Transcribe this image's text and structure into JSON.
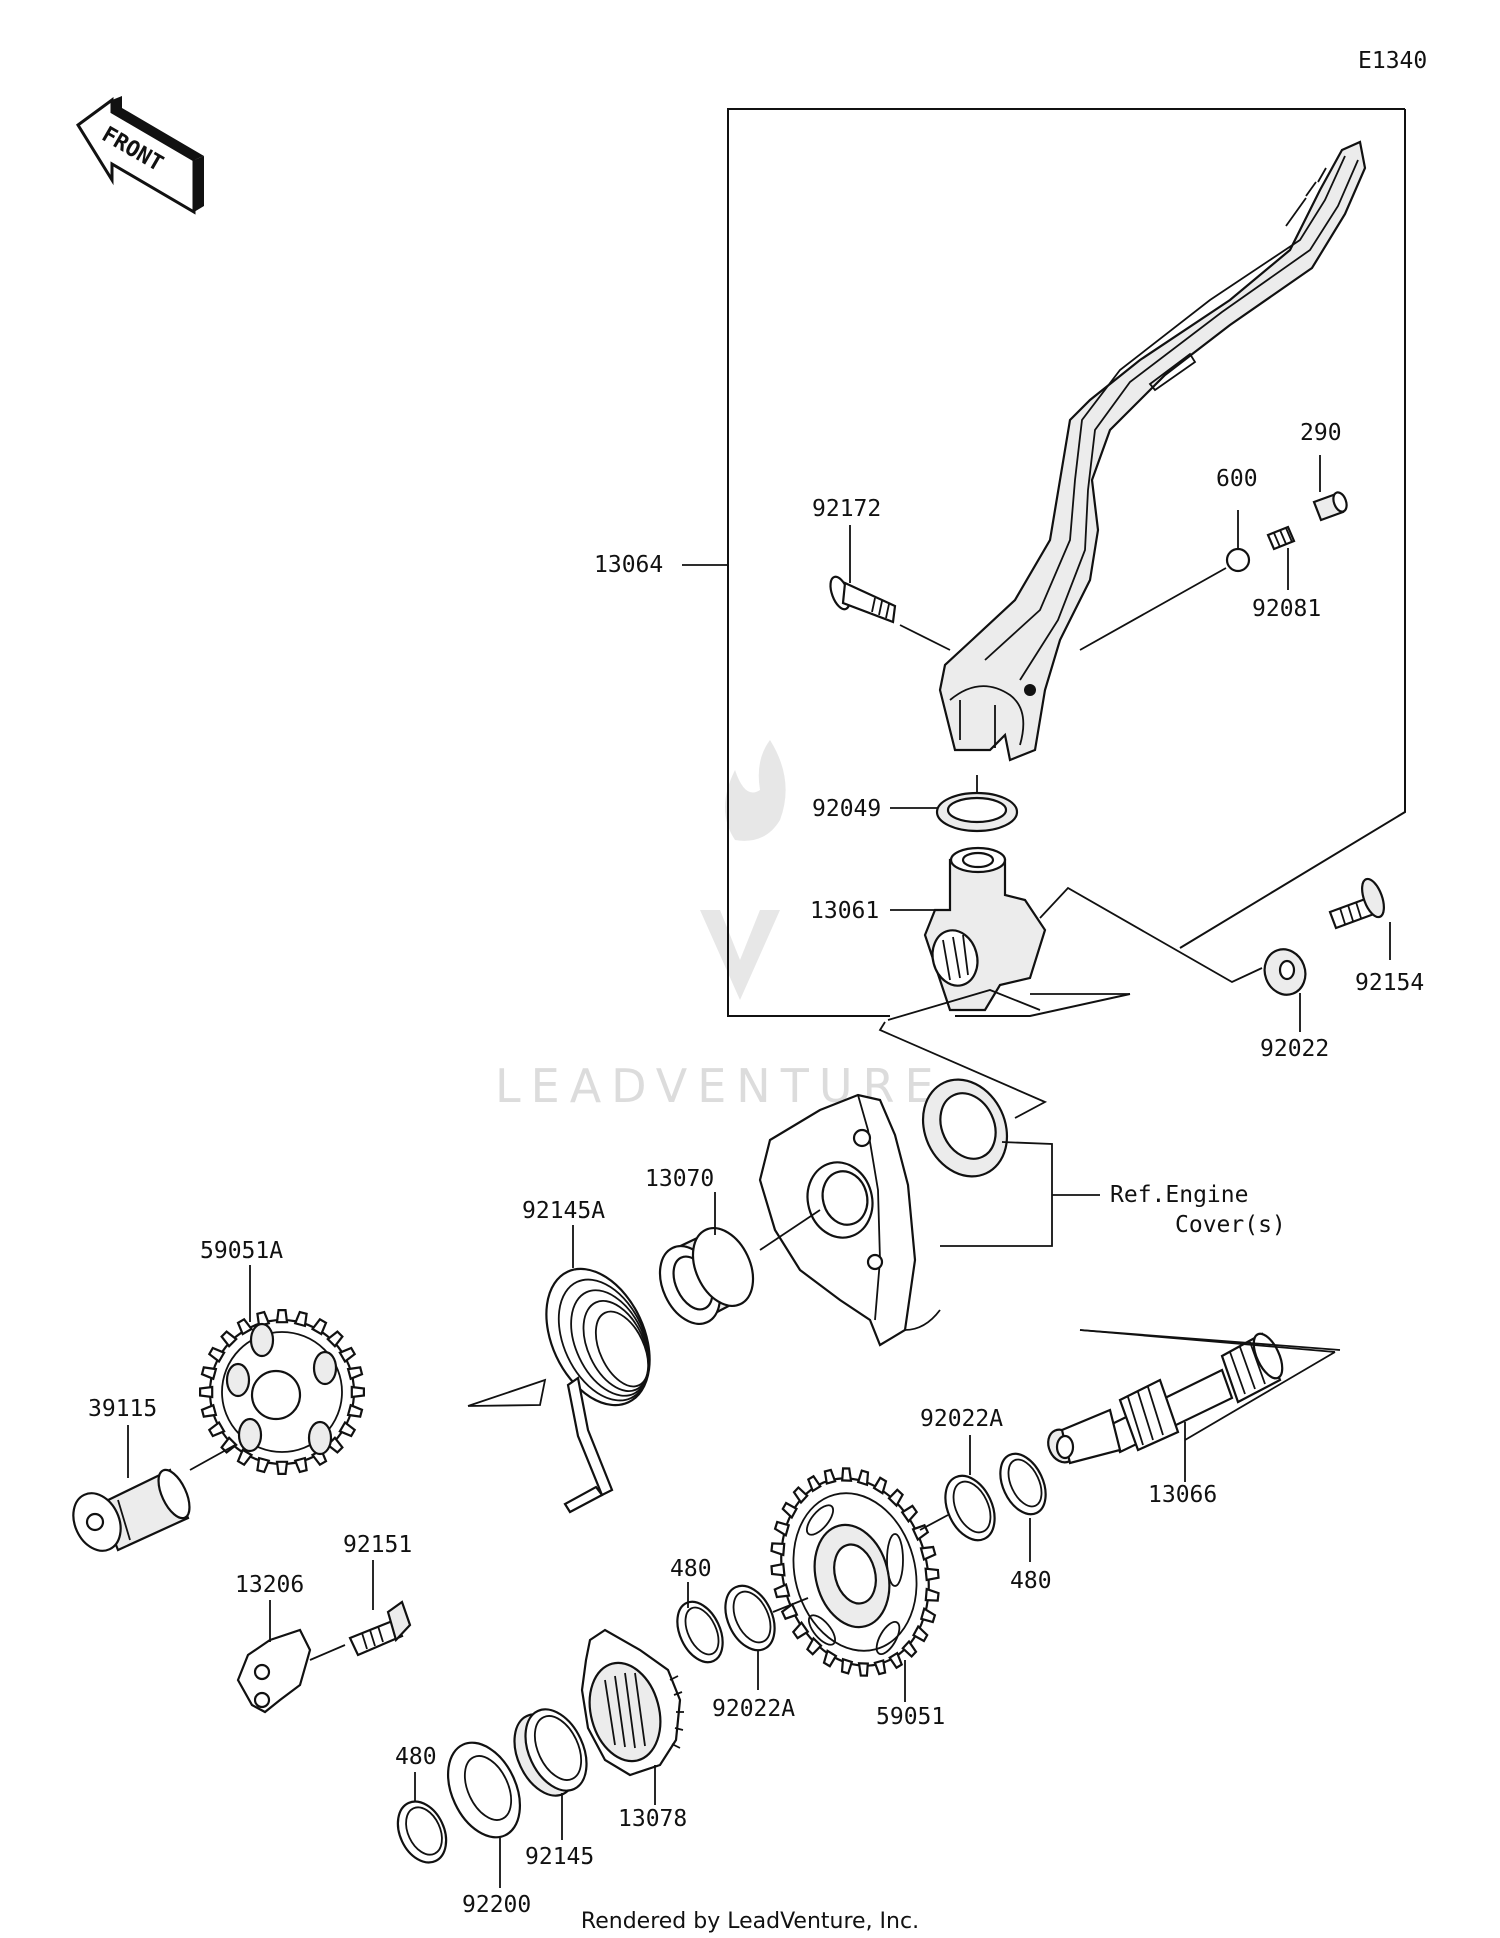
{
  "diagram_code": "E1340",
  "front_label": "FRONT",
  "watermark": "LEADVENTURE",
  "footer": "Rendered by LeadVenture, Inc.",
  "ref_note": {
    "line1": "Ref.Engine",
    "line2": "Cover(s)"
  },
  "labels": {
    "p13064": "13064",
    "p92172": "92172",
    "p600": "600",
    "p290": "290",
    "p92081": "92081",
    "p92049": "92049",
    "p13061": "13061",
    "p92154": "92154",
    "p92022": "92022",
    "p13070": "13070",
    "p92145A": "92145A",
    "p59051A": "59051A",
    "p39115": "39115",
    "p92022A_top": "92022A",
    "p13066": "13066",
    "p480_right": "480",
    "p92151": "92151",
    "p13206": "13206",
    "p480_mid": "480",
    "p92022A_bottom": "92022A",
    "p59051": "59051",
    "p480_left": "480",
    "p92200": "92200",
    "p92145": "92145",
    "p13078": "13078"
  }
}
